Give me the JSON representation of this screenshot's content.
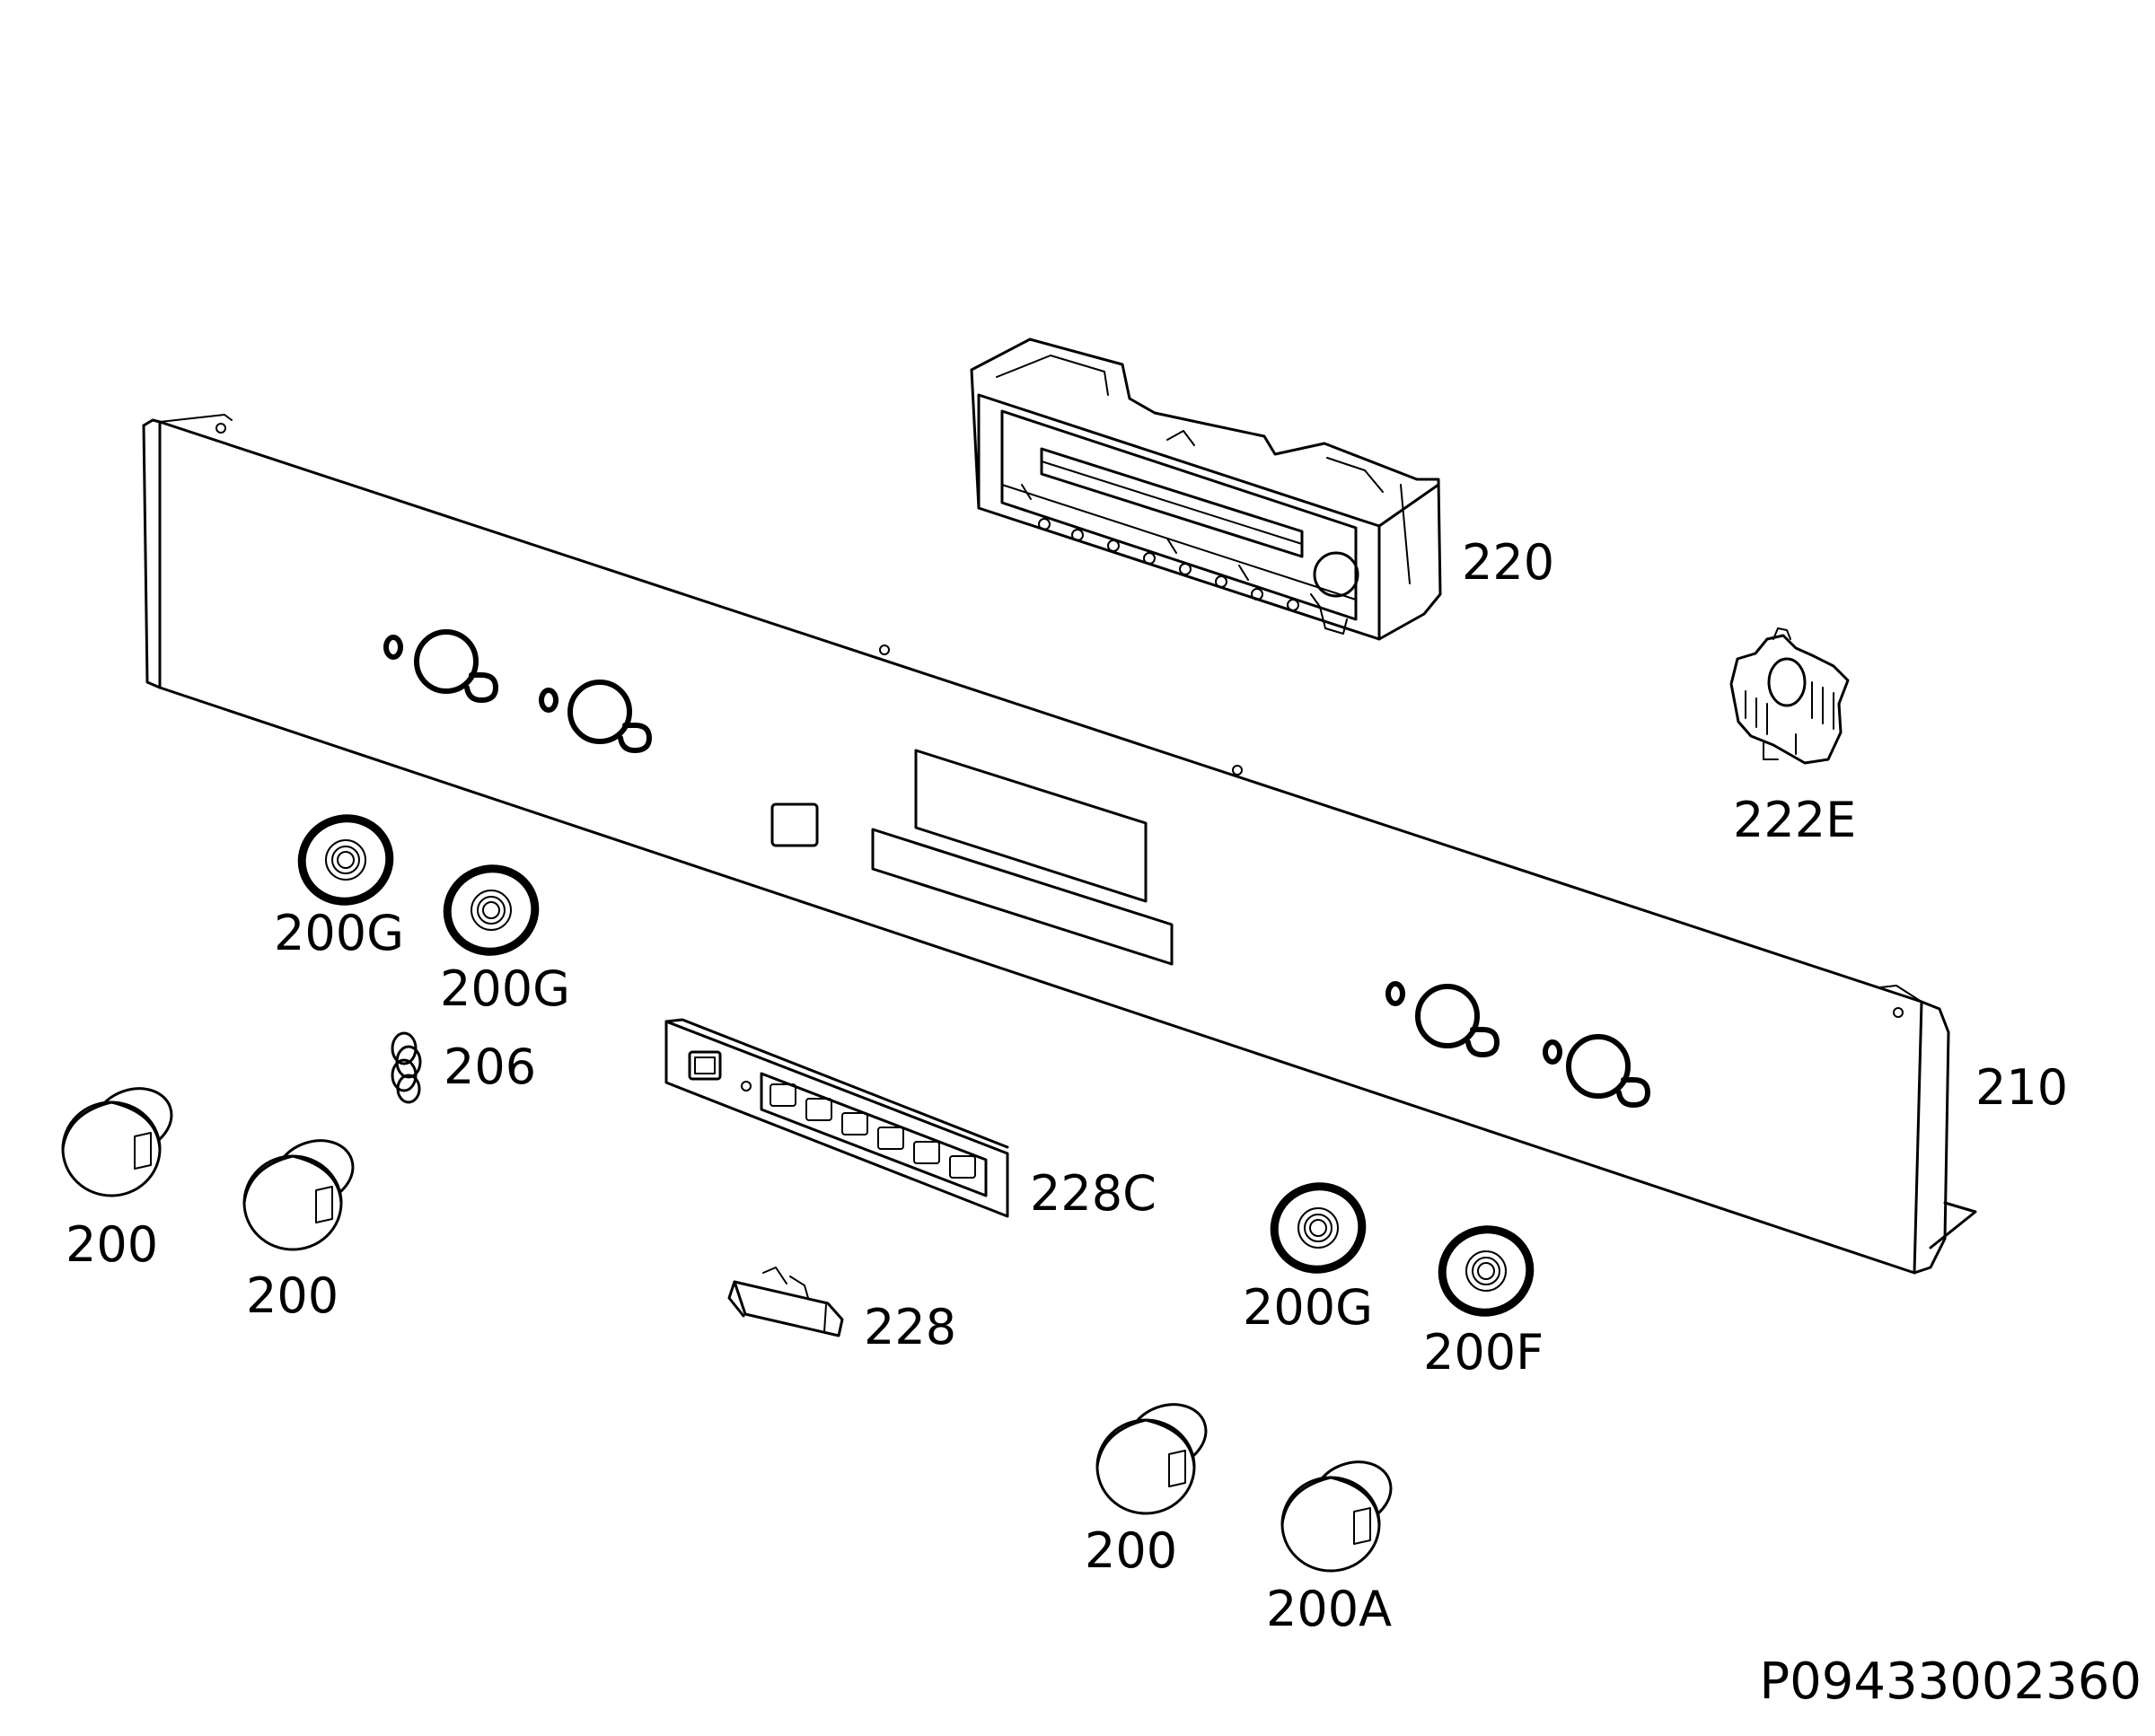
{
  "drawing_code": "P09433002360",
  "callouts": {
    "l200_a": "200",
    "l200_b": "200",
    "l200_c": "200",
    "l200a": "200A",
    "l200f": "200F",
    "l200g_a": "200G",
    "l200g_b": "200G",
    "l200g_c": "200G",
    "l206": "206",
    "l210": "210",
    "l220": "220",
    "l222e": "222E",
    "l228": "228",
    "l228c": "228C"
  }
}
